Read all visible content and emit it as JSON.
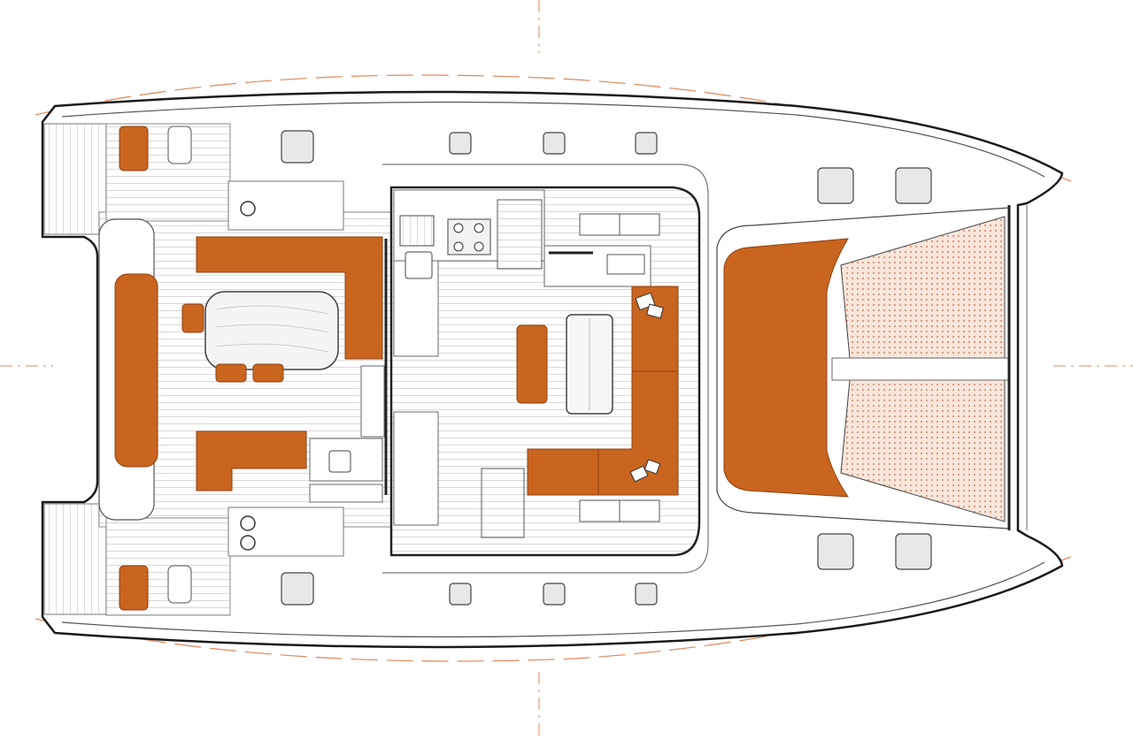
{
  "colors": {
    "background": "#ffffff",
    "hull_outline": "#1a1a1a",
    "deck_line": "#9a9a9a",
    "cushion": "#c9651f",
    "cushion_dark": "#a54e14",
    "net_fill": "#f6ddd0",
    "net_dot": "#d9805a",
    "hatch": "#e6e6e6",
    "accent_line": "#e0875a"
  },
  "elements": {
    "hull": "catamaran-hull",
    "trampoline": "forward-trampoline",
    "foredeck_cushion": "foredeck-sunbed",
    "cockpit_table": "cockpit-table",
    "saloon_table": "saloon-table",
    "galley": "galley",
    "helm": "helm-station"
  }
}
